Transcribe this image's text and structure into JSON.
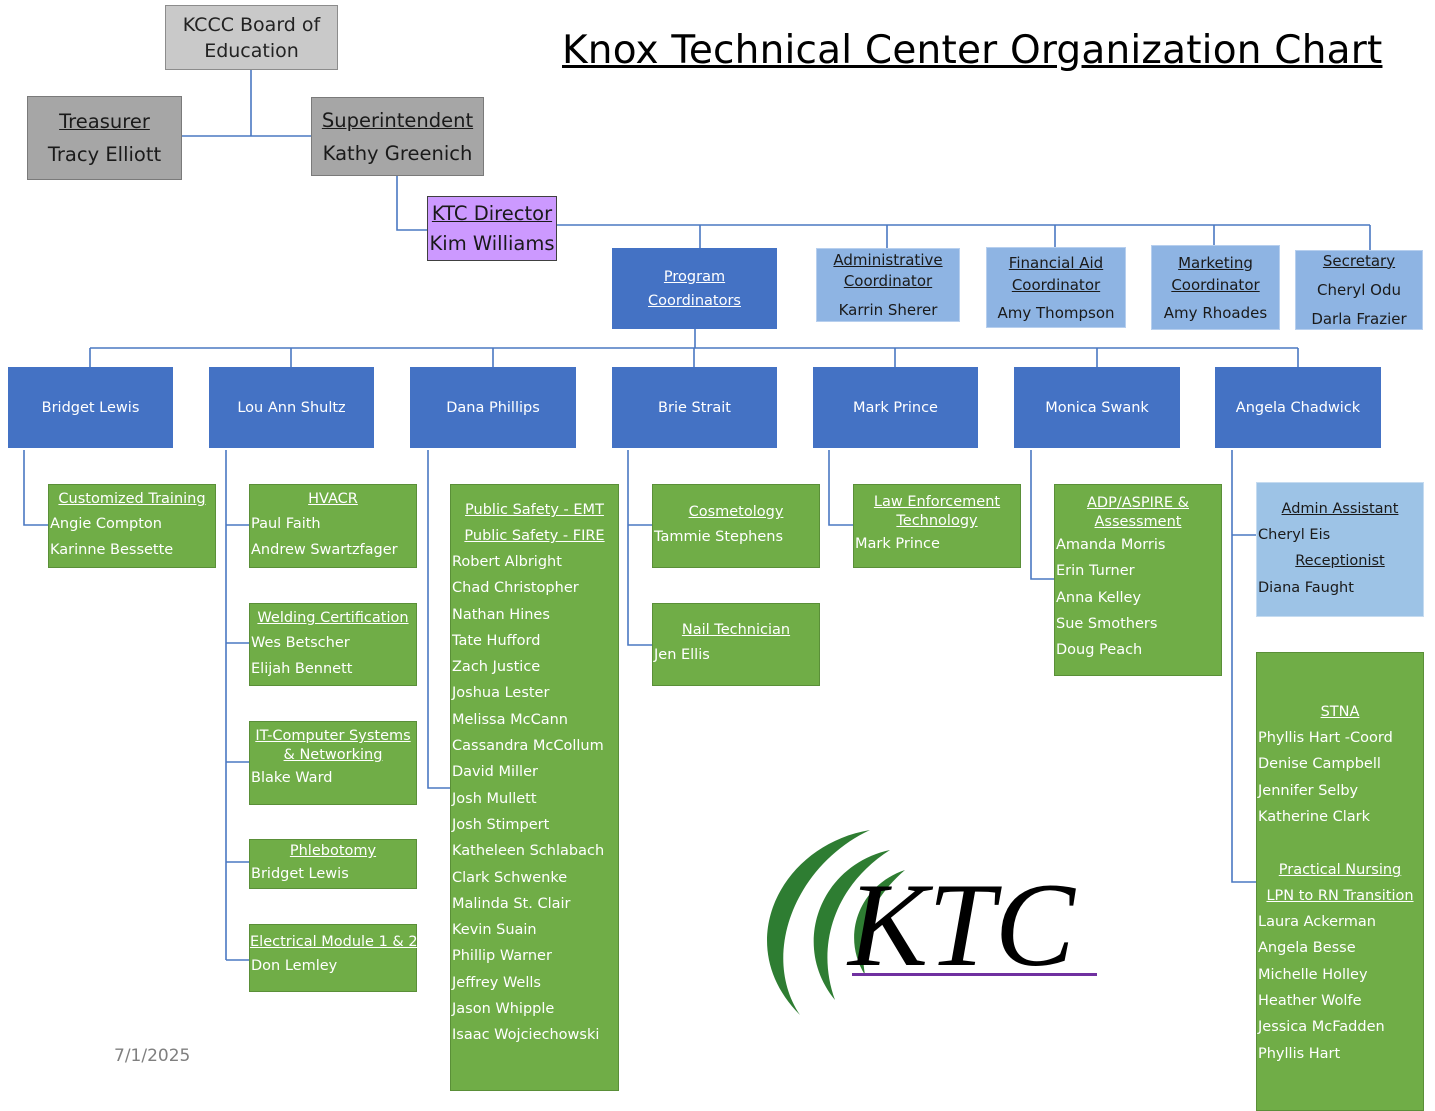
{
  "title": "Knox Technical Center Organization Chart",
  "date": "7/1/2025",
  "logo_text": "KTC",
  "colors": {
    "leader_blue": "#4472c4",
    "program_green": "#70ad47",
    "staff_lightblue": "#8eb4e3",
    "director_purple": "#cc99ff",
    "board_gray": "#c9c9c9",
    "logo_green": "#2e7d32",
    "logo_purple": "#7030a0"
  },
  "board": {
    "name": "KCCC Board of Education"
  },
  "treasurer": {
    "title": "Treasurer",
    "name": "Tracy Elliott"
  },
  "superintendent": {
    "title": "Superintendent",
    "name": "Kathy Greenich"
  },
  "director": {
    "title": "KTC Director",
    "name": "Kim Williams"
  },
  "program_coordinators": {
    "line1": "Program",
    "line2": "Coordinators"
  },
  "admin_coordinator": {
    "title1": "Administrative",
    "title2": "Coordinator",
    "name": "Karrin Sherer"
  },
  "financial_aid": {
    "title1": "Financial Aid",
    "title2": "Coordinator",
    "name": "Amy Thompson"
  },
  "marketing": {
    "title1": "Marketing",
    "title2": "Coordinator",
    "name": "Amy Rhoades"
  },
  "secretary": {
    "title": "Secretary",
    "names": [
      "Cheryl Odu",
      "Darla Frazier"
    ]
  },
  "coordinators": [
    "Bridget Lewis",
    "Lou Ann Shultz",
    "Dana Phillips",
    "Brie Strait",
    "Mark Prince",
    "Monica Swank",
    "Angela Chadwick"
  ],
  "programs": {
    "customized_training": {
      "title": "Customized Training",
      "staff": [
        "Angie Compton",
        "Karinne Bessette"
      ]
    },
    "hvacr": {
      "title": "HVACR",
      "staff": [
        "Paul Faith",
        "Andrew Swartzfager"
      ]
    },
    "welding": {
      "title": "Welding Certification",
      "staff": [
        "Wes Betscher",
        "Elijah Bennett"
      ]
    },
    "it": {
      "title1": "IT-Computer Systems",
      "title2": "& Networking",
      "staff": [
        "Blake Ward"
      ]
    },
    "phlebotomy": {
      "title": "Phlebotomy",
      "staff": [
        "Bridget Lewis"
      ]
    },
    "electrical": {
      "title": "Electrical Module 1 & 2",
      "staff": [
        "Don Lemley"
      ]
    },
    "public_safety": {
      "title1": "Public Safety - EMT",
      "title2": "Public Safety  - FIRE",
      "staff": [
        "Robert Albright",
        "Chad Christopher",
        "Nathan Hines",
        "Tate Hufford",
        "Zach Justice",
        "Joshua Lester",
        "Melissa McCann",
        "Cassandra McCollum",
        "David Miller",
        "Josh Mullett",
        "Josh Stimpert",
        "Katheleen Schlabach",
        "Clark Schwenke",
        "Malinda St. Clair",
        "Kevin Suain",
        "Phillip Warner",
        "Jeffrey Wells",
        "Jason Whipple",
        "Isaac Wojciechowski"
      ]
    },
    "cosmetology": {
      "title": "Cosmetology",
      "staff": [
        "Tammie Stephens"
      ]
    },
    "nail_tech": {
      "title": "Nail Technician",
      "staff": [
        "Jen Ellis"
      ]
    },
    "law_enforcement": {
      "title1": "Law Enforcement",
      "title2": "Technology",
      "staff": [
        "Mark Prince"
      ]
    },
    "adp": {
      "title1": "ADP/ASPIRE &",
      "title2": "Assessment",
      "staff": [
        "Amanda Morris",
        "Erin Turner",
        "Anna Kelley",
        "Sue Smothers",
        "Doug Peach"
      ]
    },
    "admin_assistant": {
      "title": "Admin Assistant",
      "name": "Cheryl Eis",
      "title2": "Receptionist",
      "name2": "Diana Faught"
    },
    "stna": {
      "title": "STNA",
      "staff": [
        "Phyllis Hart -Coord",
        "Denise Campbell",
        "Jennifer Selby",
        "Katherine Clark"
      ]
    },
    "practical_nursing": {
      "title1": "Practical Nursing",
      "title2": "LPN to RN Transition",
      "staff": [
        "Laura Ackerman",
        "Angela Besse",
        "Michelle Holley",
        "Heather Wolfe",
        "Jessica McFadden",
        "Phyllis Hart"
      ]
    }
  }
}
